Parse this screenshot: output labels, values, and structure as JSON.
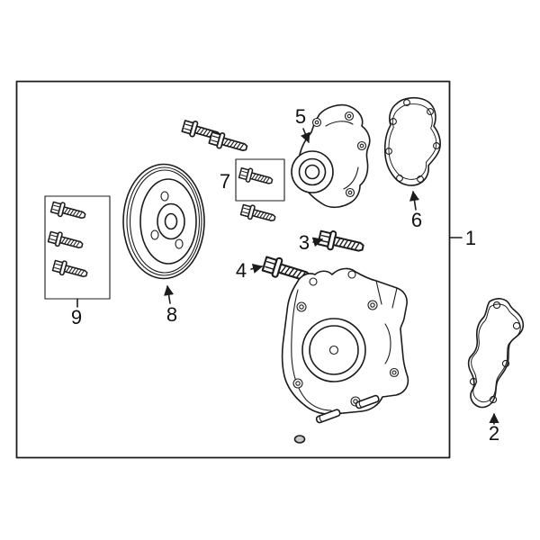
{
  "diagram": {
    "colors": {
      "background": "#ffffff",
      "line": "#1c1c1c",
      "label": "#111111"
    },
    "callouts": {
      "c1": {
        "label": "1"
      },
      "c2": {
        "label": "2"
      },
      "c3": {
        "label": "3"
      },
      "c4": {
        "label": "4"
      },
      "c5": {
        "label": "5"
      },
      "c6": {
        "label": "6"
      },
      "c7": {
        "label": "7"
      },
      "c8": {
        "label": "8"
      },
      "c9": {
        "label": "9"
      }
    }
  }
}
